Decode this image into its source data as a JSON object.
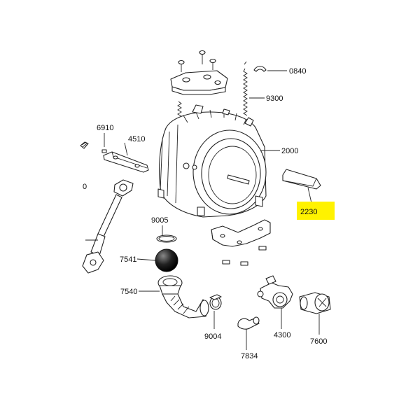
{
  "diagram": {
    "highlight_color": "#fff200",
    "highlighted_part": "2230",
    "labels": {
      "p0840": "0840",
      "p9300": "9300",
      "p6910": "6910",
      "p4510": "4510",
      "p2000": "2000",
      "p0": "0",
      "p2230": "2230",
      "p9005": "9005",
      "p7541": "7541",
      "p7540": "7540",
      "p9004": "9004",
      "p7834": "7834",
      "p4300": "4300",
      "p7600": "7600"
    }
  }
}
